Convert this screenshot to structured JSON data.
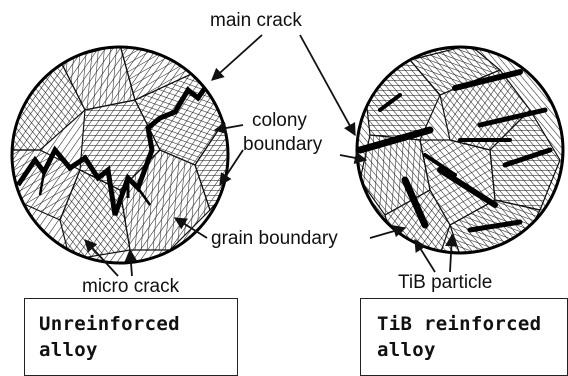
{
  "labels": {
    "main_crack": "main crack",
    "colony_line1": "colony",
    "colony_line2": "boundary",
    "grain_boundary": "grain boundary",
    "micro_crack": "micro crack",
    "tib_particle": "TiB particle"
  },
  "panels": {
    "left": {
      "title_line1": "Unreinforced",
      "title_line2": "alloy"
    },
    "right": {
      "title_line1": "TiB reinforced",
      "title_line2": "alloy"
    }
  }
}
